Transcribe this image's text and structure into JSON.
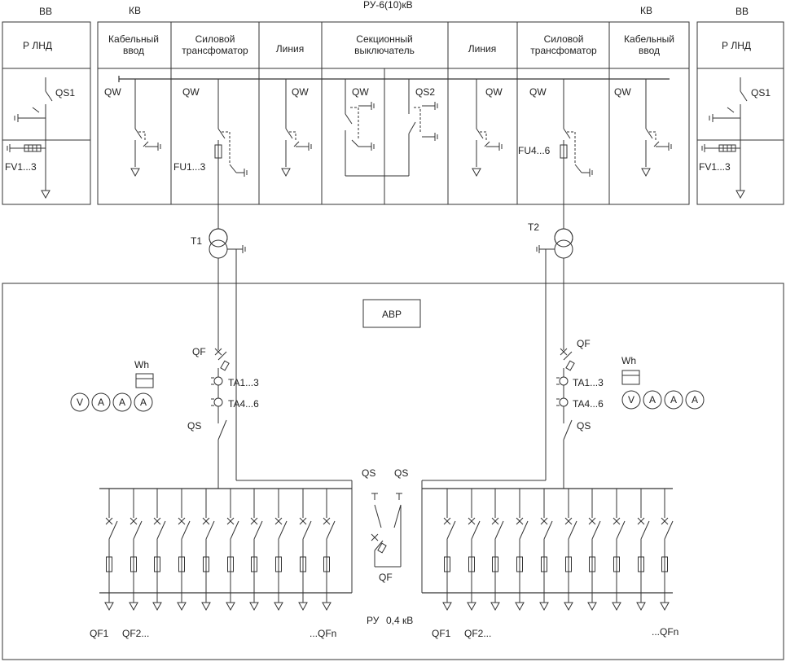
{
  "labels": {
    "vv_left": "ВВ",
    "kv_left": "КВ",
    "ru_hv": "РУ-6(10)кВ",
    "kv_right": "КВ",
    "vv_right": "ВВ",
    "rlnd_left": "Р ЛНД",
    "rlnd_right": "Р ЛНД",
    "qs1_left": "QS1",
    "qs1_right": "QS1",
    "fv_left": "FV1...3",
    "fv_right": "FV1...3",
    "t1": "T1",
    "t2": "T2",
    "avr": "АВР",
    "ru_lv_prefix": "РУ",
    "ru_lv_voltage": "0,4 кВ",
    "left_qf": "QF",
    "right_qf": "QF",
    "left_qs": "QS",
    "right_qs": "QS",
    "sect_qs_left": "QS",
    "sect_qs_right": "QS",
    "sect_qf": "QF",
    "left_wh": "Wh",
    "right_wh": "Wh",
    "left_ta1": "TA1...3",
    "left_ta4": "TA4...6",
    "right_ta1": "TA1...3",
    "right_ta4": "TA4...6",
    "left_qf1": "QF1",
    "left_qf2": "QF2...",
    "left_qfn": "...QFn",
    "right_qf1": "QF1",
    "right_qf2": "QF2...",
    "right_qfn": "...QFn"
  },
  "hv_cells": [
    {
      "line1": "Кабельный",
      "line2": "ввод",
      "device": "QW"
    },
    {
      "line1": "Силовой",
      "line2": "трансфоматор",
      "device": "QW",
      "fuse": "FU1...3"
    },
    {
      "line1": "Линия",
      "line2": "",
      "device": "QW"
    },
    {
      "line1": "Секционный",
      "line2": "выключатель",
      "device": "QW",
      "device2": "QS2"
    },
    {
      "line1": "Линия",
      "line2": "",
      "device": "QW"
    },
    {
      "line1": "Силовой",
      "line2": "трансфоматор",
      "device": "QW",
      "fuse": "FU4...6"
    },
    {
      "line1": "Кабельный",
      "line2": "ввод",
      "device": "QW"
    }
  ],
  "meters_left": [
    "V",
    "A",
    "A",
    "A"
  ],
  "meters_right": [
    "V",
    "A",
    "A",
    "A"
  ],
  "feeders_per_section": 10
}
